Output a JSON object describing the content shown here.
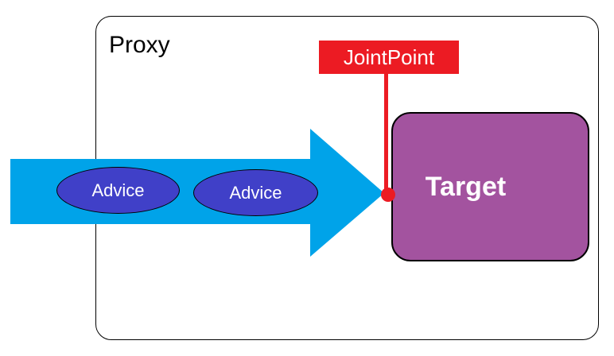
{
  "diagram": {
    "proxy": {
      "label": "Proxy"
    },
    "jointpoint": {
      "label": "JointPoint"
    },
    "advices": [
      {
        "label": "Advice"
      },
      {
        "label": "Advice"
      }
    ],
    "target": {
      "label": "Target"
    },
    "colors": {
      "background": "#FFFFFF",
      "outline": "#000000",
      "arrow": "#00A3E9",
      "advice_fill": "#4040C8",
      "target_fill": "#A3539F",
      "jointpoint_red": "#EC1B23",
      "label_light": "#FFFFFF",
      "label_dark": "#000000"
    }
  }
}
